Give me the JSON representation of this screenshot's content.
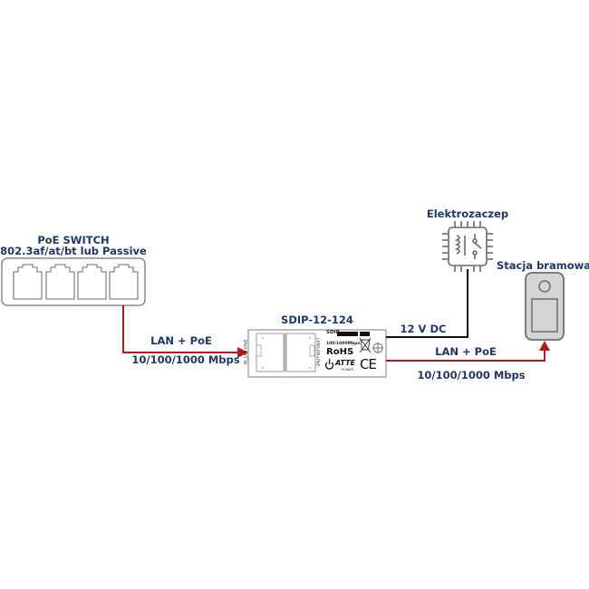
{
  "switch": {
    "title": "PoE SWITCH",
    "subtitle": "802.3af/at/bt lub Passive",
    "port_count": 4
  },
  "link_left": {
    "label_top": "LAN + PoE",
    "label_bottom": "10/100/1000 Mbps"
  },
  "device": {
    "title": "SDIP-12-124",
    "model_prefix": "SDIP-",
    "speed": "100/1000Mbps",
    "rohs": "RoHS",
    "brand": "ATTE",
    "brand_sub": "POWER",
    "ce": "CE",
    "port_in_label": "IN_LAN+PoE",
    "port_out_label": "LAN/LAN+PoE"
  },
  "link_dc": {
    "label": "12 V DC"
  },
  "link_right": {
    "label_top": "LAN + PoE",
    "label_bottom": "10/100/1000 Mbps"
  },
  "lock": {
    "title": "Elektrozaczep",
    "icon": "relay-chip-icon"
  },
  "station": {
    "title": "Stacja bramowa",
    "icon": "intercom-station-icon"
  },
  "colors": {
    "text": "#1f3864",
    "poe_line": "#b01c1c",
    "dc_line": "#111111",
    "device_fill": "#d4d4d4"
  }
}
